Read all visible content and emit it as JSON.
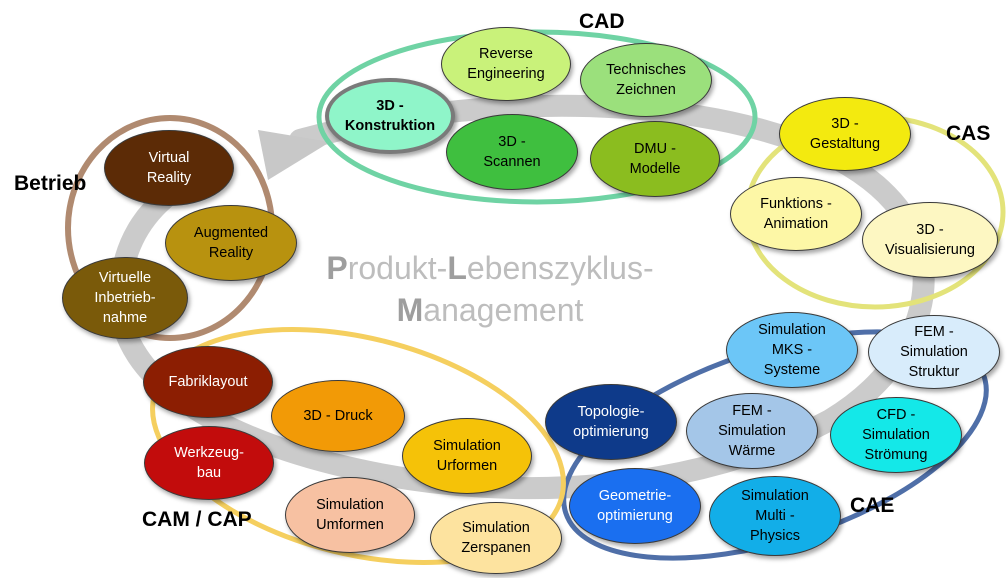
{
  "title": {
    "line1_initial": "P",
    "line1_rest_a": "rodukt-",
    "line1_initial2": "L",
    "line1_rest_b": "ebenszyklus-",
    "line2_initial": "M",
    "line2_rest": "anagement"
  },
  "groups": {
    "cad": "CAD",
    "cas": "CAS",
    "cae": "CAE",
    "cam": "CAM / CAP",
    "betrieb": "Betrieb"
  },
  "nodes": {
    "reverse_engineering": "Reverse\nEngineering",
    "technisches_zeichnen": "Technisches\nZeichnen",
    "konstruktion": "3D -\nKonstruktion",
    "scannen": "3D -\nScannen",
    "dmu": "DMU -\nModelle",
    "gestaltung": "3D -\nGestaltung",
    "funktions_animation": "Funktions -\nAnimation",
    "visualisierung": "3D -\nVisualisierung",
    "virtual_reality": "Virtual\nReality",
    "augmented_reality": "Augmented\nReality",
    "virtuelle_inbetriebnahme": "Virtuelle\nInbetrieb-\nnahme",
    "sim_mks": "Simulation\nMKS -\nSysteme",
    "fem_struktur": "FEM -\nSimulation\nStruktur",
    "topologie": "Topologie-\noptimierung",
    "fem_waerme": "FEM -\nSimulation\nWärme",
    "cfd": "CFD -\nSimulation\nStrömung",
    "geometrie": "Geometrie-\noptimierung",
    "multiphysics": "Simulation\nMulti -\nPhysics",
    "fabriklayout": "Fabriklayout",
    "druck": "3D - Druck",
    "urformen": "Simulation\nUrformen",
    "werkzeugbau": "Werkzeug-\nbau",
    "umformen": "Simulation\nUmformen",
    "zerspanen": "Simulation\nZerspanen"
  },
  "colors": {
    "cad_ring": "#6fd3a4",
    "cas_ring": "#e3e37a",
    "cae_ring": "#4f6fa8",
    "cam_ring": "#f5cf5f",
    "betrieb_ring": "#b08a70",
    "cycle_arrow": "#c8c8c8"
  }
}
